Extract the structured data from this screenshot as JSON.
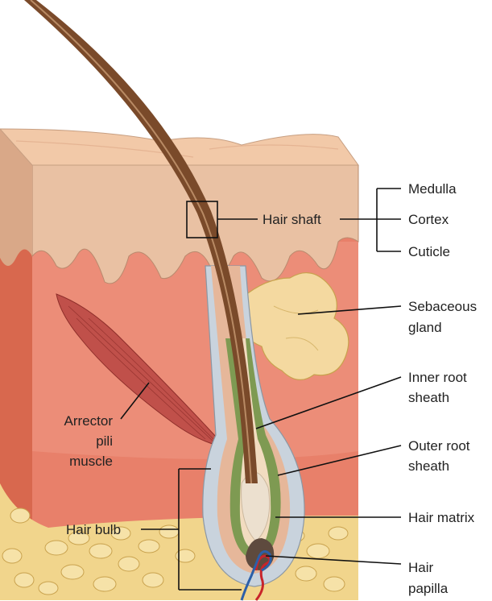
{
  "labels": {
    "medulla": "Medulla",
    "cortex": "Cortex",
    "cuticle": "Cuticle",
    "hair_shaft": "Hair shaft",
    "sebaceous_1": "Sebaceous",
    "sebaceous_2": "gland",
    "inner_root_1": "Inner root",
    "inner_root_2": "sheath",
    "outer_root_1": "Outer root",
    "outer_root_2": "sheath",
    "hair_matrix": "Hair matrix",
    "hair_papilla_1": "Hair",
    "hair_papilla_2": "papilla",
    "arrector_1": "Arrector",
    "arrector_2": "pili",
    "arrector_3": "muscle",
    "hair_bulb": "Hair bulb"
  },
  "colors": {
    "epidermis_top": "#f2c9a8",
    "epidermis": "#e9c1a3",
    "dermis": "#e8806a",
    "dermis_light": "#f0a08a",
    "dermis_side": "#d8684e",
    "fat": "#f1d58c",
    "fat_outline": "#c9a24e",
    "hair": "#7a4a2a",
    "hair_light": "#b88a64",
    "gland": "#f4d9a0",
    "outer_sheath": "#c9d3dd",
    "inner_sheath": "#7e9a52",
    "matrix": "#f2dcc0",
    "muscle": "#c0504a",
    "papilla_red": "#c8242a",
    "papilla_blue": "#2c5fa8"
  }
}
